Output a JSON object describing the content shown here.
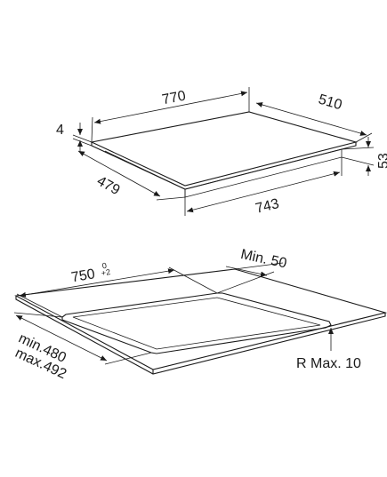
{
  "hob": {
    "width": "770",
    "depth": "510",
    "glass_thickness": "4",
    "inner_depth": "479",
    "inner_width": "743",
    "height": "53"
  },
  "cutout": {
    "width": "750",
    "width_tol_upper": "0",
    "width_tol_lower": "+2",
    "min_distance": "Min. 50",
    "depth_min": "min.480",
    "depth_max": "max.492",
    "corner_radius": "R Max. 10"
  }
}
